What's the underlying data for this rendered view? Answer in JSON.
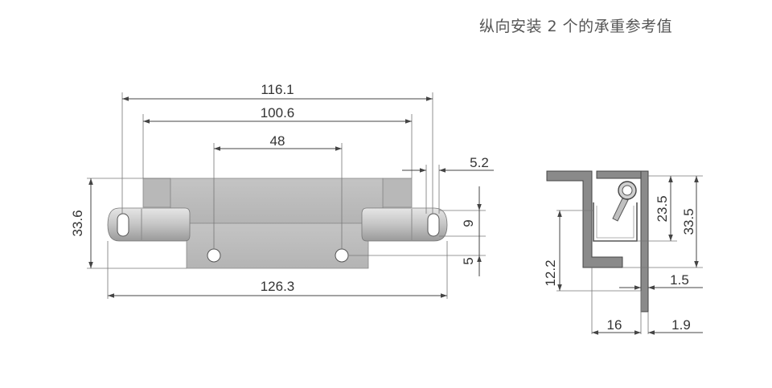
{
  "caption": "纵向安装 2 个的承重参考值",
  "front_view": {
    "dim_overall_width": "116.1",
    "dim_slot_span": "100.6",
    "dim_hole_spacing": "48",
    "dim_ear_width": "5.2",
    "dim_height": "33.6",
    "dim_slot_offset": "9",
    "dim_hole_offset": "5",
    "dim_total_length": "126.3"
  },
  "side_view": {
    "dim_pin_height": "23.5",
    "dim_total_height": "33.5",
    "dim_lower_depth": "12.2",
    "dim_leaf_thickness": "1.5",
    "dim_base_width": "16",
    "dim_plate_thickness": "1.9"
  },
  "colors": {
    "metal_fill": "#c8c8c8",
    "metal_dark": "#555555",
    "line": "#444444"
  }
}
